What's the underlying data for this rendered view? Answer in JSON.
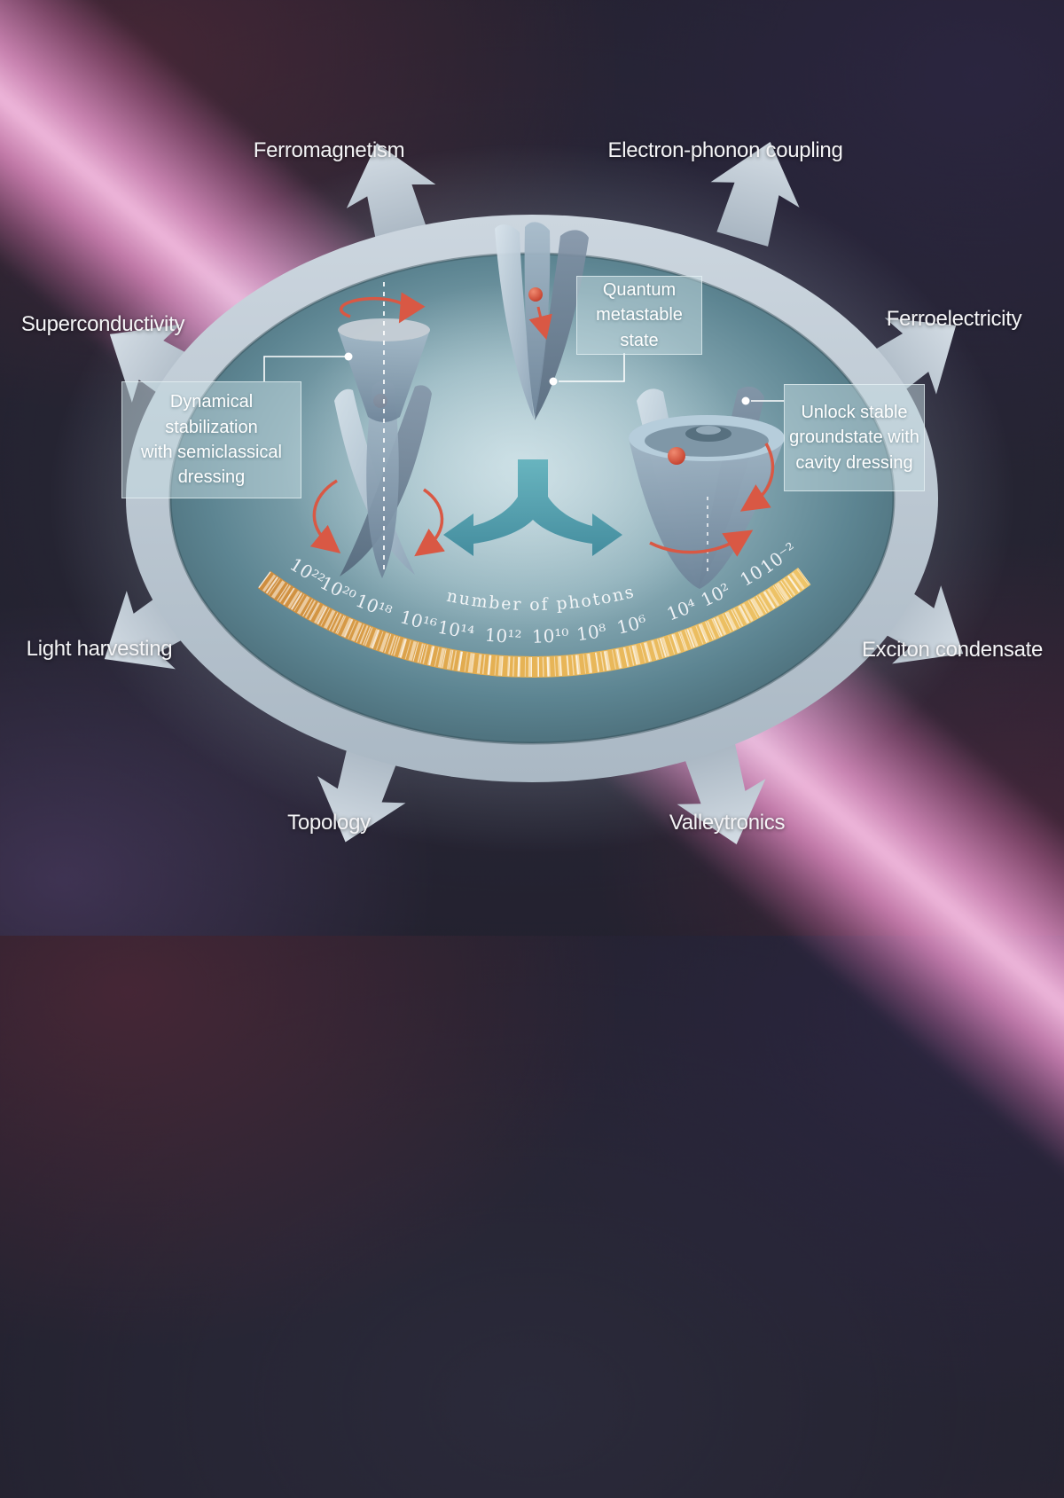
{
  "outer_labels": {
    "ferromagnetism": "Ferromagnetism",
    "electron_phonon": "Electron-phonon coupling",
    "superconductivity": "Superconductivity",
    "ferroelectricity": "Ferroelectricity",
    "light_harvesting": "Light harvesting",
    "exciton_condensate": "Exciton condensate",
    "topology": "Topology",
    "valleytronics": "Valleytronics"
  },
  "callouts": {
    "left": "Dynamical stabilization\nwith semiclassical\ndressing",
    "top": "Quantum\nmetastable state",
    "right": "Unlock stable\ngroundstate with\ncavity dressing"
  },
  "photon_scale": {
    "title": "number of photons",
    "labels": [
      "10²²",
      "10²⁰",
      "10¹⁸",
      "10¹⁶",
      "10¹⁴",
      "10¹²",
      "10¹⁰",
      "10⁸",
      "10⁶",
      "10⁴",
      "10²",
      "10",
      "10⁻²"
    ]
  },
  "colors": {
    "background_dark": "#211f2c",
    "beam_pink": "#e892c5",
    "gear_silver": "#c3ced8",
    "inner_ellipse_teal": "#57808d",
    "scale_band_orange": "#e2ab55",
    "split_arrow_teal": "#519eac",
    "accent_red": "#d95844",
    "label_white": "#f4f4f6"
  }
}
